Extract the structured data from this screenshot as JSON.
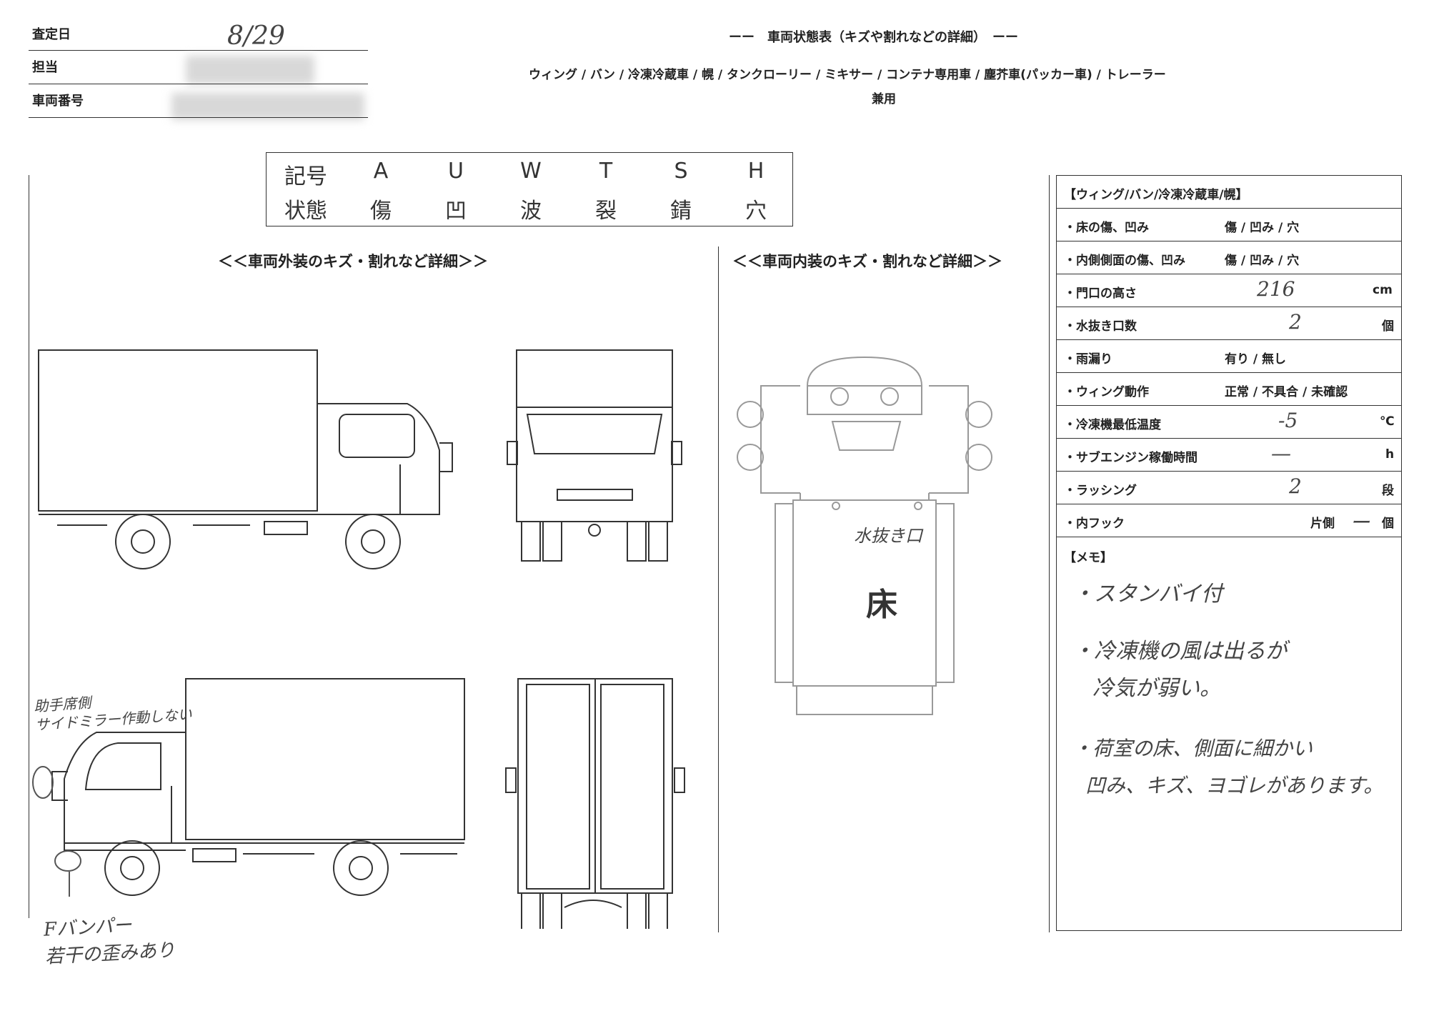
{
  "header": {
    "date_label": "査定日",
    "date_value": "8/29",
    "staff_label": "担当",
    "vehicle_no_label": "車両番号",
    "title": "ーー　車両状態表（キズや割れなどの詳細）　ーー",
    "types": "ウィング / バン / 冷凍冷蔵車 / 幌 / タンクローリー / ミキサー / コンテナ専用車 / 塵芥車(パッカー車) / トレーラー",
    "combined": "兼用"
  },
  "legend": {
    "symbol_label": "記号",
    "state_label": "状態",
    "items": [
      {
        "code": "A",
        "state": "傷"
      },
      {
        "code": "U",
        "state": "凹"
      },
      {
        "code": "W",
        "state": "波"
      },
      {
        "code": "T",
        "state": "裂"
      },
      {
        "code": "S",
        "state": "錆"
      },
      {
        "code": "H",
        "state": "穴"
      }
    ]
  },
  "sections": {
    "exterior": "＜＜車両外装のキズ・割れなど詳細＞＞",
    "interior": "＜＜車両内装のキズ・割れなど詳細＞＞"
  },
  "exterior_notes": {
    "mirror": [
      "助手席側",
      "サイドミラー作動しない"
    ],
    "bumper": [
      "Fバンパー",
      "若干の歪みあり"
    ]
  },
  "interior_notes": {
    "drain": "水抜き口",
    "floor": "床"
  },
  "panel": {
    "title": "【ウィング/バン/冷凍冷蔵車/幌】",
    "rows": [
      {
        "key": "・床の傷、凹み",
        "options": "傷 / 凹み / 穴",
        "value": "",
        "unit": ""
      },
      {
        "key": "・内側側面の傷、凹み",
        "options": "傷 / 凹み / 穴",
        "value": "",
        "unit": ""
      },
      {
        "key": "・門口の高さ",
        "options": "",
        "value": "216",
        "unit": "cm"
      },
      {
        "key": "・水抜き口数",
        "options": "",
        "value": "2",
        "unit": "個"
      },
      {
        "key": "・雨漏り",
        "options": "有り / 無し",
        "value": "",
        "unit": ""
      },
      {
        "key": "・ウィング動作",
        "options": "正常 / 不具合 / 未確認",
        "value": "",
        "unit": ""
      },
      {
        "key": "・冷凍機最低温度",
        "options": "",
        "value": "-5",
        "unit": "℃"
      },
      {
        "key": "・サブエンジン稼働時間",
        "options": "",
        "value": "—",
        "unit": "h"
      },
      {
        "key": "・ラッシング",
        "options": "",
        "value": "2",
        "unit": "段"
      },
      {
        "key": "・内フック",
        "options": "片側",
        "value": "ー",
        "unit": "個"
      }
    ],
    "memo_label": "【メモ】",
    "memo": [
      "・スタンバイ付",
      "・冷凍機の風は出るが",
      "冷気が弱い。",
      "・荷室の床、側面に細かい",
      "凹み、キズ、ヨゴレがあります。"
    ]
  }
}
